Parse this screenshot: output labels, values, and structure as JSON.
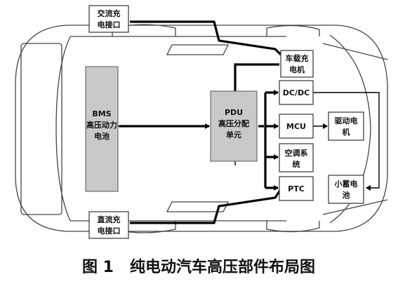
{
  "title": "图 1   纯电动汽车高压部件布局图",
  "nodes": {
    "ac_port": [
      "交流充",
      "电接口"
    ],
    "dc_port": [
      "直流充",
      "电接口"
    ],
    "bms": [
      "BMS",
      "高压动力",
      "电池"
    ],
    "pdu": [
      "PDU",
      "高压分配",
      "单元"
    ],
    "obc": [
      "车载充",
      "电机"
    ],
    "dcdc": [
      "DC/DC"
    ],
    "mcu": [
      "MCU"
    ],
    "motor": [
      "驱动电",
      "机"
    ],
    "ac": [
      "空调系",
      "统"
    ],
    "ptc": [
      "PTC"
    ],
    "battery12v": [
      "小蓄电",
      "池"
    ]
  },
  "colors": {
    "ink": "#000000",
    "gray_block": "#c9c9c9",
    "outline": "#444444"
  }
}
